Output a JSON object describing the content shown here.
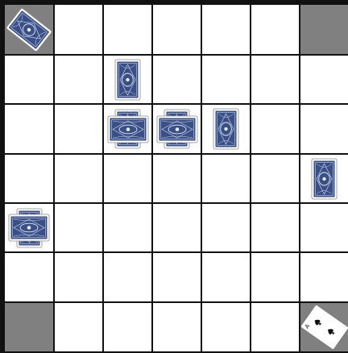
{
  "board": {
    "rows": 7,
    "cols": 7,
    "dark_cells": [
      [
        0,
        0
      ],
      [
        0,
        6
      ],
      [
        6,
        0
      ],
      [
        6,
        6
      ]
    ],
    "colors": {
      "grid_line": "#111111",
      "cell": "#ffffff",
      "dark_cell": "#808080",
      "card_back": "#3a4f86",
      "card_back_pattern": "#c9d4ee",
      "card_face": "#ffffff"
    }
  },
  "cards": [
    {
      "name": "card-back-r0-c0",
      "row": 0,
      "col": 0,
      "face": "back",
      "orientation": "tilted",
      "count": 1
    },
    {
      "name": "card-back-r1-c2",
      "row": 1,
      "col": 2,
      "face": "back",
      "orientation": "upright",
      "count": 1
    },
    {
      "name": "card-stack-r2-c2",
      "row": 2,
      "col": 2,
      "face": "back",
      "orientation": "crossed",
      "count": 2
    },
    {
      "name": "card-stack-r2-c3",
      "row": 2,
      "col": 3,
      "face": "back",
      "orientation": "crossed",
      "count": 2
    },
    {
      "name": "card-back-r2-c4",
      "row": 2,
      "col": 4,
      "face": "back",
      "orientation": "upright",
      "count": 1
    },
    {
      "name": "card-back-r3-c6",
      "row": 3,
      "col": 6,
      "face": "back",
      "orientation": "upright",
      "count": 1
    },
    {
      "name": "card-stack-r4-c0",
      "row": 4,
      "col": 0,
      "face": "back",
      "orientation": "crossed",
      "count": 2
    },
    {
      "name": "card-face-r6-c6",
      "row": 6,
      "col": 6,
      "face": "front",
      "orientation": "tilted",
      "count": 1,
      "suit": "spades",
      "suit_icon": "spade-icon"
    }
  ]
}
